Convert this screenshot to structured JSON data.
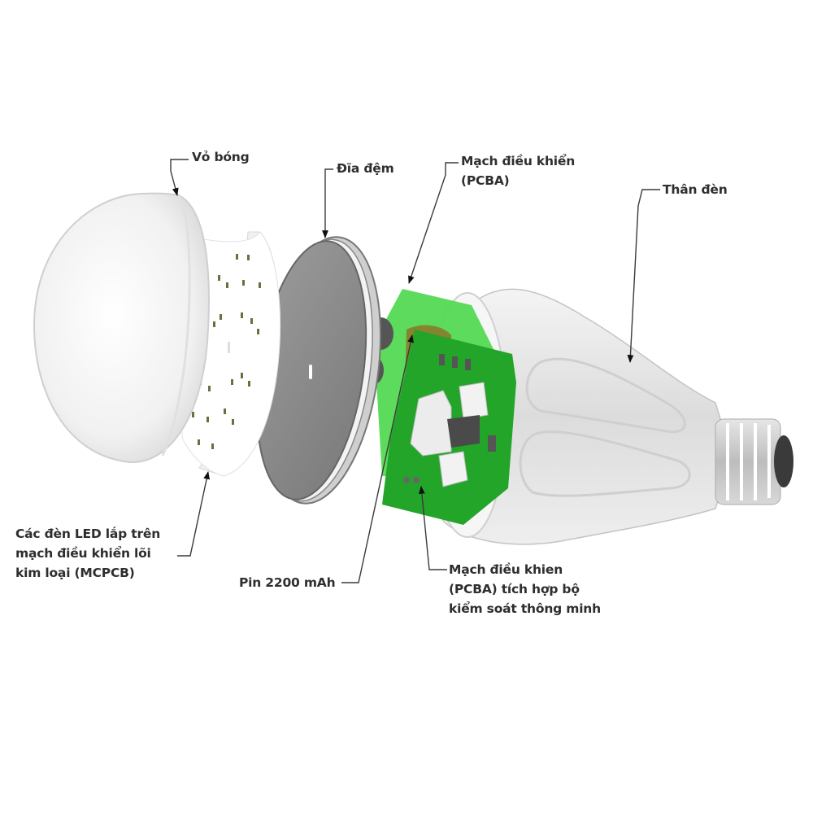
{
  "diagram": {
    "subject": "Exploded view of rechargeable LED bulb",
    "colors": {
      "background": "#ffffff",
      "text": "#2e2e2e",
      "leader": "#3a3a3a",
      "pcb_green": "#22a528",
      "pcb_light_green": "#4fd84f",
      "battery_olive": "#8a7a2a",
      "disk_gray": "#8c8c8c",
      "body_white": "#e8e8e8"
    },
    "labels": {
      "shell": {
        "lines": [
          "Vỏ bóng"
        ]
      },
      "pad_disk": {
        "lines": [
          "Đĩa đệm"
        ]
      },
      "pcba_top": {
        "lines": [
          "Mạch điều khiển",
          "(PCBA)"
        ]
      },
      "body": {
        "lines": [
          "Thân đèn"
        ]
      },
      "led_board": {
        "lines": [
          "Các đèn LED lắp trên",
          "mạch điều khiển lõi",
          "kim loại (MCPCB)"
        ]
      },
      "battery": {
        "lines": [
          "Pin 2200 mAh"
        ]
      },
      "pcba_bottom": {
        "lines": [
          "Mạch điều khien",
          "(PCBA) tích hợp bộ",
          "kiểm soát thông minh"
        ]
      }
    }
  }
}
